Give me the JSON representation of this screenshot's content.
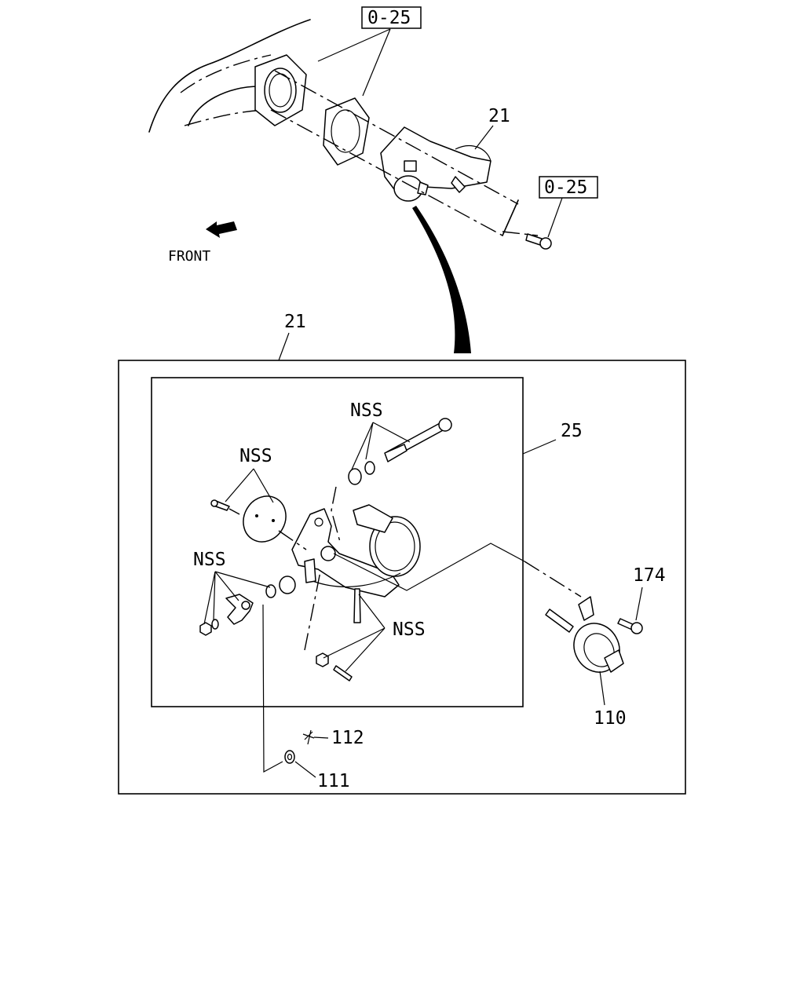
{
  "front": "FRONT",
  "refs": {
    "top_left": "0-25",
    "top_right": "0-25"
  },
  "callouts": {
    "p21_top": "21",
    "p21_box": "21",
    "p25": "25",
    "p174": "174",
    "p110": "110",
    "p112": "112",
    "p111": "111",
    "nss_1": "NSS",
    "nss_2": "NSS",
    "nss_3": "NSS",
    "nss_4": "NSS"
  }
}
